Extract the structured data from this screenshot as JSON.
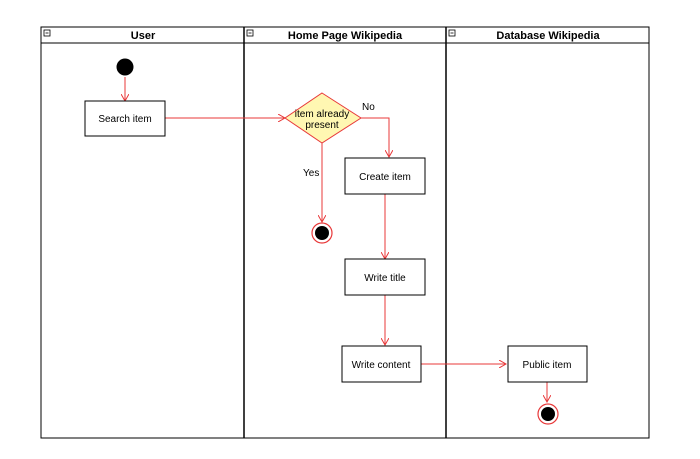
{
  "lanes": [
    {
      "title": "User"
    },
    {
      "title": "Home Page Wikipedia"
    },
    {
      "title": "Database Wikipedia"
    }
  ],
  "actions": {
    "search_item": "Search item",
    "create_item": "Create item",
    "write_title": "Write title",
    "write_content": "Write content",
    "public_item": "Public item"
  },
  "decision": {
    "line1": "item already",
    "line2": "present"
  },
  "edge_labels": {
    "no": "No",
    "yes": "Yes"
  },
  "colors": {
    "flow": "#e8393a",
    "decision_fill": "#fff7b2",
    "decision_stroke": "#e8393a",
    "border": "#000000"
  }
}
